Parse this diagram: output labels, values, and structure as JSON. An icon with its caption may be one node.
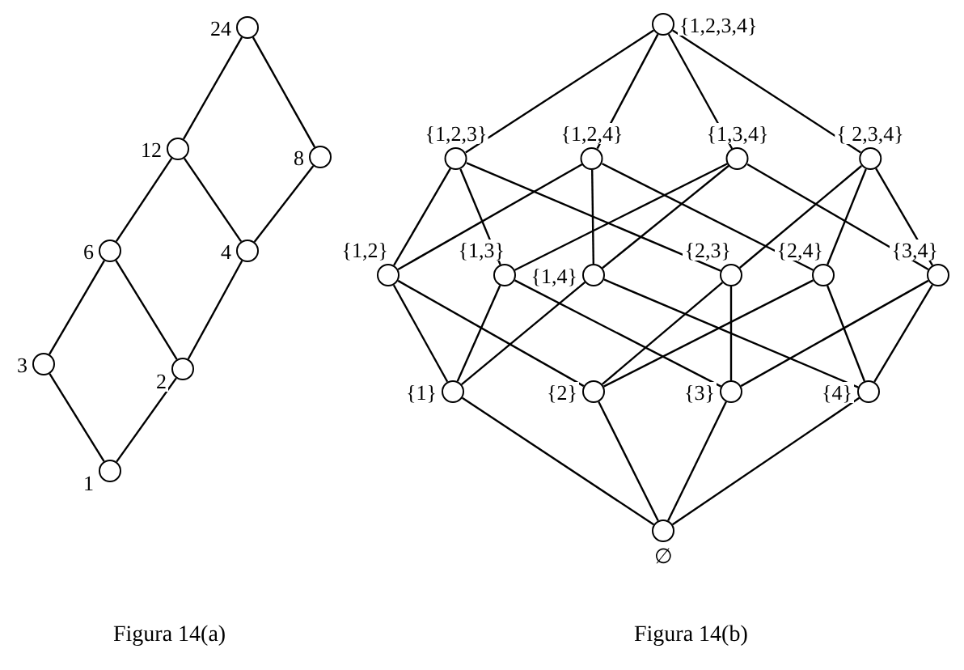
{
  "diagram": {
    "nodes": [
      {
        "text": [
          "24"
        ]
      },
      {
        "text": [
          "12"
        ]
      },
      {
        "text": [
          "8"
        ]
      },
      {
        "text": [
          "6"
        ]
      },
      {
        "text": [
          "4"
        ]
      },
      {
        "text": [
          "3"
        ]
      },
      {
        "text": [
          "2"
        ]
      },
      {
        "text": [
          "1"
        ]
      },
      {
        "text": [
          "{1,2,3,4}"
        ]
      },
      {
        "text": [
          "{1,2,3}"
        ]
      },
      {
        "text": [
          "{1,2,4}"
        ]
      },
      {
        "text": [
          "{1,3,4}"
        ]
      },
      {
        "text": [
          "{ 2,3,4}"
        ]
      },
      {
        "text": [
          "{1,2}"
        ]
      },
      {
        "text": [
          "{1,3}"
        ]
      },
      {
        "text": [
          "{1,4}"
        ]
      },
      {
        "text": [
          "{2,3}"
        ]
      },
      {
        "text": [
          "{2,4}"
        ]
      },
      {
        "text": [
          "{3,4}"
        ]
      },
      {
        "text": [
          "{1}"
        ]
      },
      {
        "text": [
          "{2}"
        ]
      },
      {
        "text": [
          "{3}"
        ]
      },
      {
        "text": [
          "{4}"
        ]
      },
      {
        "text": [
          "∅"
        ]
      }
    ],
    "edges": [
      {
        "from": 0,
        "to": 1,
        "arrow": "none"
      },
      {
        "from": 0,
        "to": 2,
        "arrow": "none"
      },
      {
        "from": 1,
        "to": 3,
        "arrow": "none"
      },
      {
        "from": 1,
        "to": 4,
        "arrow": "none"
      },
      {
        "from": 2,
        "to": 4,
        "arrow": "none"
      },
      {
        "from": 3,
        "to": 5,
        "arrow": "none"
      },
      {
        "from": 3,
        "to": 6,
        "arrow": "none"
      },
      {
        "from": 4,
        "to": 6,
        "arrow": "none"
      },
      {
        "from": 5,
        "to": 7,
        "arrow": "none"
      },
      {
        "from": 6,
        "to": 7,
        "arrow": "none"
      },
      {
        "from": 8,
        "to": 9,
        "arrow": "none"
      },
      {
        "from": 8,
        "to": 10,
        "arrow": "none"
      },
      {
        "from": 8,
        "to": 11,
        "arrow": "none"
      },
      {
        "from": 8,
        "to": 12,
        "arrow": "none"
      },
      {
        "from": 9,
        "to": 13,
        "arrow": "none"
      },
      {
        "from": 9,
        "to": 14,
        "arrow": "none"
      },
      {
        "from": 9,
        "to": 16,
        "arrow": "none"
      },
      {
        "from": 10,
        "to": 13,
        "arrow": "none"
      },
      {
        "from": 10,
        "to": 15,
        "arrow": "none"
      },
      {
        "from": 10,
        "to": 17,
        "arrow": "none"
      },
      {
        "from": 11,
        "to": 14,
        "arrow": "none"
      },
      {
        "from": 11,
        "to": 15,
        "arrow": "none"
      },
      {
        "from": 11,
        "to": 18,
        "arrow": "none"
      },
      {
        "from": 12,
        "to": 16,
        "arrow": "none"
      },
      {
        "from": 12,
        "to": 17,
        "arrow": "none"
      },
      {
        "from": 12,
        "to": 18,
        "arrow": "none"
      },
      {
        "from": 13,
        "to": 19,
        "arrow": "none"
      },
      {
        "from": 13,
        "to": 20,
        "arrow": "none"
      },
      {
        "from": 14,
        "to": 19,
        "arrow": "none"
      },
      {
        "from": 14,
        "to": 21,
        "arrow": "none"
      },
      {
        "from": 15,
        "to": 19,
        "arrow": "none"
      },
      {
        "from": 15,
        "to": 22,
        "arrow": "none"
      },
      {
        "from": 16,
        "to": 20,
        "arrow": "none"
      },
      {
        "from": 16,
        "to": 21,
        "arrow": "none"
      },
      {
        "from": 17,
        "to": 20,
        "arrow": "none"
      },
      {
        "from": 17,
        "to": 22,
        "arrow": "none"
      },
      {
        "from": 18,
        "to": 21,
        "arrow": "none"
      },
      {
        "from": 18,
        "to": 22,
        "arrow": "none"
      },
      {
        "from": 19,
        "to": 23,
        "arrow": "none"
      },
      {
        "from": 20,
        "to": 23,
        "arrow": "none"
      },
      {
        "from": 21,
        "to": 23,
        "arrow": "none"
      },
      {
        "from": 22,
        "to": 23,
        "arrow": "none"
      }
    ],
    "labels": [
      "Figura 14(a)",
      "Figura 14(b)"
    ]
  }
}
